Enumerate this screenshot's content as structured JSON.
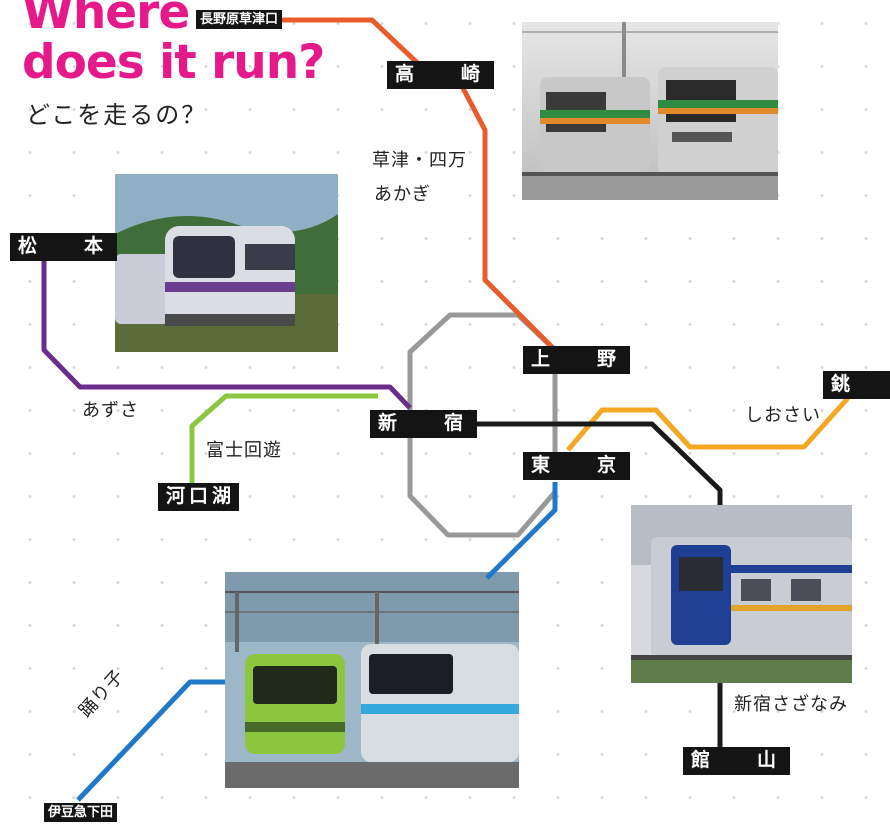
{
  "title_line1": "Where",
  "title_line2": "does it run?",
  "subtitle": "どこを走るの？",
  "stations": {
    "naganohara": "長野原草津口",
    "takasaki": "高　崎",
    "matsumoto": "松　本",
    "ueno": "上　野",
    "shinjuku": "新　宿",
    "tokyo": "東　京",
    "choshi": "銚　子",
    "kawaguchiko": "河口湖",
    "tateyama": "館　山",
    "izukyushimoda": "伊豆急下田"
  },
  "services": {
    "kusatsu_shima": "草津・四万",
    "akagi": "あかぎ",
    "azusa": "あずさ",
    "fujikaiyu": "富士回遊",
    "shiosai": "しおさい",
    "shinjuku_sazanami": "新宿さざなみ",
    "odoriko": "踊り子"
  },
  "colors": {
    "title": "#e5198a",
    "takasaki_line": "#e85b2a",
    "chuo_line": "#6b2d8c",
    "fujikyu_line": "#8cc63f",
    "sobu_line": "#f5a623",
    "yokosuka_line": "#1a1a1a",
    "tokaido_line": "#1f78c8",
    "yamanote_line": "#999999"
  }
}
